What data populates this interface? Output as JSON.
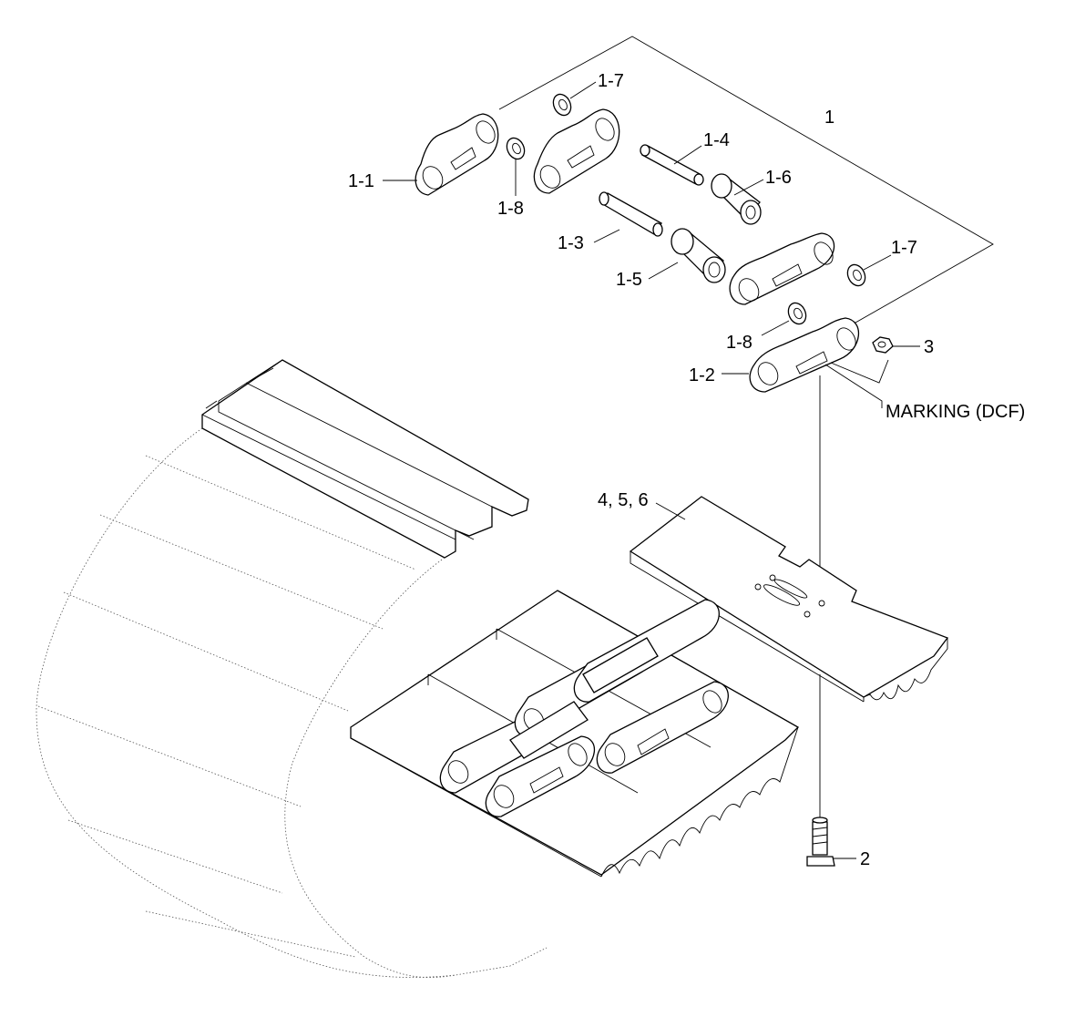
{
  "colors": {
    "ink": "#000000",
    "background": "#ffffff"
  },
  "labels": {
    "l1": "1",
    "l1_1": "1-1",
    "l1_2": "1-2",
    "l1_3": "1-3",
    "l1_4": "1-4",
    "l1_5": "1-5",
    "l1_6": "1-6",
    "l1_7a": "1-7",
    "l1_7b": "1-7",
    "l1_8a": "1-8",
    "l1_8b": "1-8",
    "l2": "2",
    "l3": "3",
    "l456": "4, 5, 6",
    "marking": "MARKING (DCF)"
  }
}
